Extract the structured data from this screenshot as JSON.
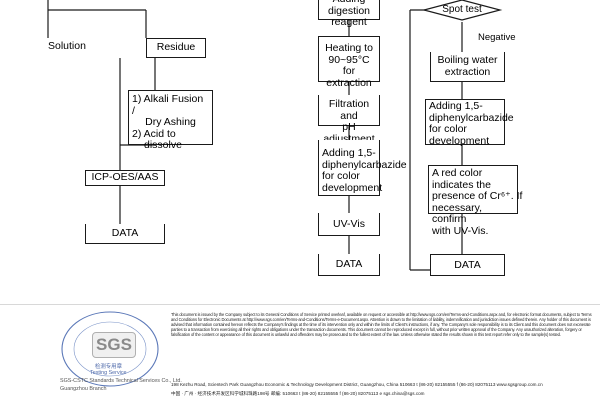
{
  "left_flow": {
    "solution": "Solution",
    "residue": "Residue",
    "fusion_line1": "1) Alkali Fusion /",
    "fusion_line2": "Dry Ashing",
    "fusion_line3": "2) Acid to",
    "fusion_line4": "dissolve",
    "icp": "ICP-OES/AAS",
    "data": "DATA"
  },
  "middle_flow": {
    "digestion_line1": "Adding digestion",
    "digestion_line2": "reagent",
    "heating_line1": "Heating to",
    "heating_line2": "90~95°C  for",
    "heating_line3": "extraction",
    "filtration_line1": "Filtration and",
    "filtration_line2": "pH adjustment",
    "adding_line1": "Adding 1,5-",
    "adding_line2": "diphenylcarbazide",
    "adding_line3": "for color",
    "adding_line4": "development",
    "uvvis": "UV-Vis",
    "data": "DATA"
  },
  "right_flow": {
    "spot_test": "Spot test",
    "negative": "Negative",
    "boiling_line1": "Boiling water",
    "boiling_line2": "extraction",
    "adding_line1": "Adding 1,5-",
    "adding_line2": "diphenylcarbazide",
    "adding_line3": "for color",
    "adding_line4": "development",
    "red_line1": "A red color",
    "red_line2": "indicates the",
    "red_line3": "presence of Cr⁶⁺. If",
    "red_line4": "necessary, confirm",
    "red_line5": "with UV-Vis.",
    "data": "DATA"
  },
  "footer": {
    "logo_text": "SGS",
    "seal_text": "检测专用章",
    "seal_subtext": "Testing Service",
    "company_line1": "SGS-CSTC Standards Technical Services Co., Ltd.",
    "company_line2": "Guangzhou Branch",
    "disclaimer": "This document is issued by the Company subject to its General Conditions of Service printed overleaf, available on request or accessible at http://www.sgs.com/en/Terms-and-Conditions.aspx and, for electronic format documents, subject to Terms and Conditions for Electronic Documents at http://www.sgs.com/en/Terms-and-Conditions/Terms-e-Document.aspx. Attention is drawn to the limitation of liability, indemnification and jurisdiction issues defined therein. Any holder of this document is advised that information contained hereon reflects the Company's findings at the time of its intervention only and within the limits of Client's instructions, if any. The Company's sole responsibility is to its Client and this document does not exonerate parties to a transaction from exercising all their rights and obligations under the transaction documents. This document cannot be reproduced except in full, without prior written approval of the Company. Any unauthorized alteration, forgery or falsification of the content or appearance of this document is unlawful and offenders may be prosecuted to the fullest extent of the law. Unless otherwise stated the results shown in this test report refer only to the sample(s) tested.",
    "address_line1": "198 Kezhu Road, Scientech Park Guangzhou Economic & Technology Development District, Guangzhou, China   510663   t (86-20) 82155555   f (86-20) 82075113   www.sgsgroup.com.cn",
    "address_line2": "中国 · 广州 · 经济技术开发区科学城科珠路198号          邮编: 510663   t (86-20) 82155555   f (86-20) 82075113   e sgs.china@sgs.com"
  }
}
